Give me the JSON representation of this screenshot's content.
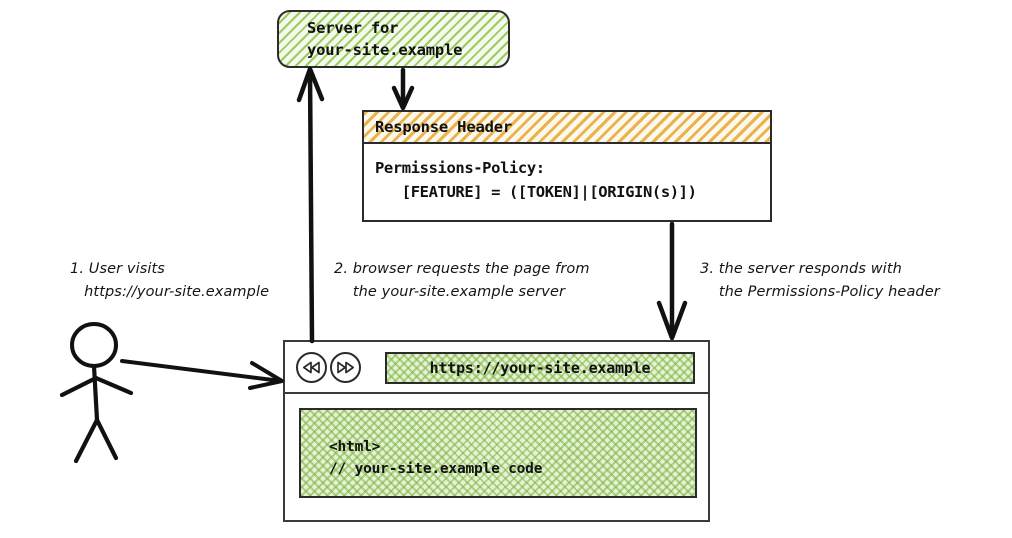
{
  "diagram": {
    "title": "Permissions-Policy response header flow",
    "colors": {
      "hatch_green": "#9ccc5f",
      "fill_green": "#e6f2d4",
      "hatch_orange": "#e9b44c",
      "ink": "#2b2b2b"
    }
  },
  "server": {
    "line1": "Server for",
    "line2": "your-site.example"
  },
  "response_header": {
    "title": "Response Header",
    "line1": "Permissions-Policy:",
    "line2": "   [FEATURE] = ([TOKEN]|[ORIGIN(s)])"
  },
  "browser": {
    "back_icon": "rewind-icon",
    "forward_icon": "fast-forward-icon",
    "url": "https://your-site.example",
    "page_line1": "<html>",
    "page_line2": "// your-site.example code"
  },
  "actor": {
    "icon": "stick-figure-user"
  },
  "notes": [
    {
      "id": "note-1",
      "text": "1. User visits\n   https://your-site.example"
    },
    {
      "id": "note-2",
      "text": "2. browser requests the page from\n    the your-site.example server"
    },
    {
      "id": "note-3",
      "text": "3. the server responds with\n    the Permissions-Policy header"
    }
  ],
  "arrows": [
    {
      "id": "arrow-user-to-browser",
      "direction": "right"
    },
    {
      "id": "arrow-browser-to-server",
      "direction": "up"
    },
    {
      "id": "arrow-server-to-header",
      "direction": "down"
    },
    {
      "id": "arrow-header-to-browser",
      "direction": "down"
    }
  ]
}
